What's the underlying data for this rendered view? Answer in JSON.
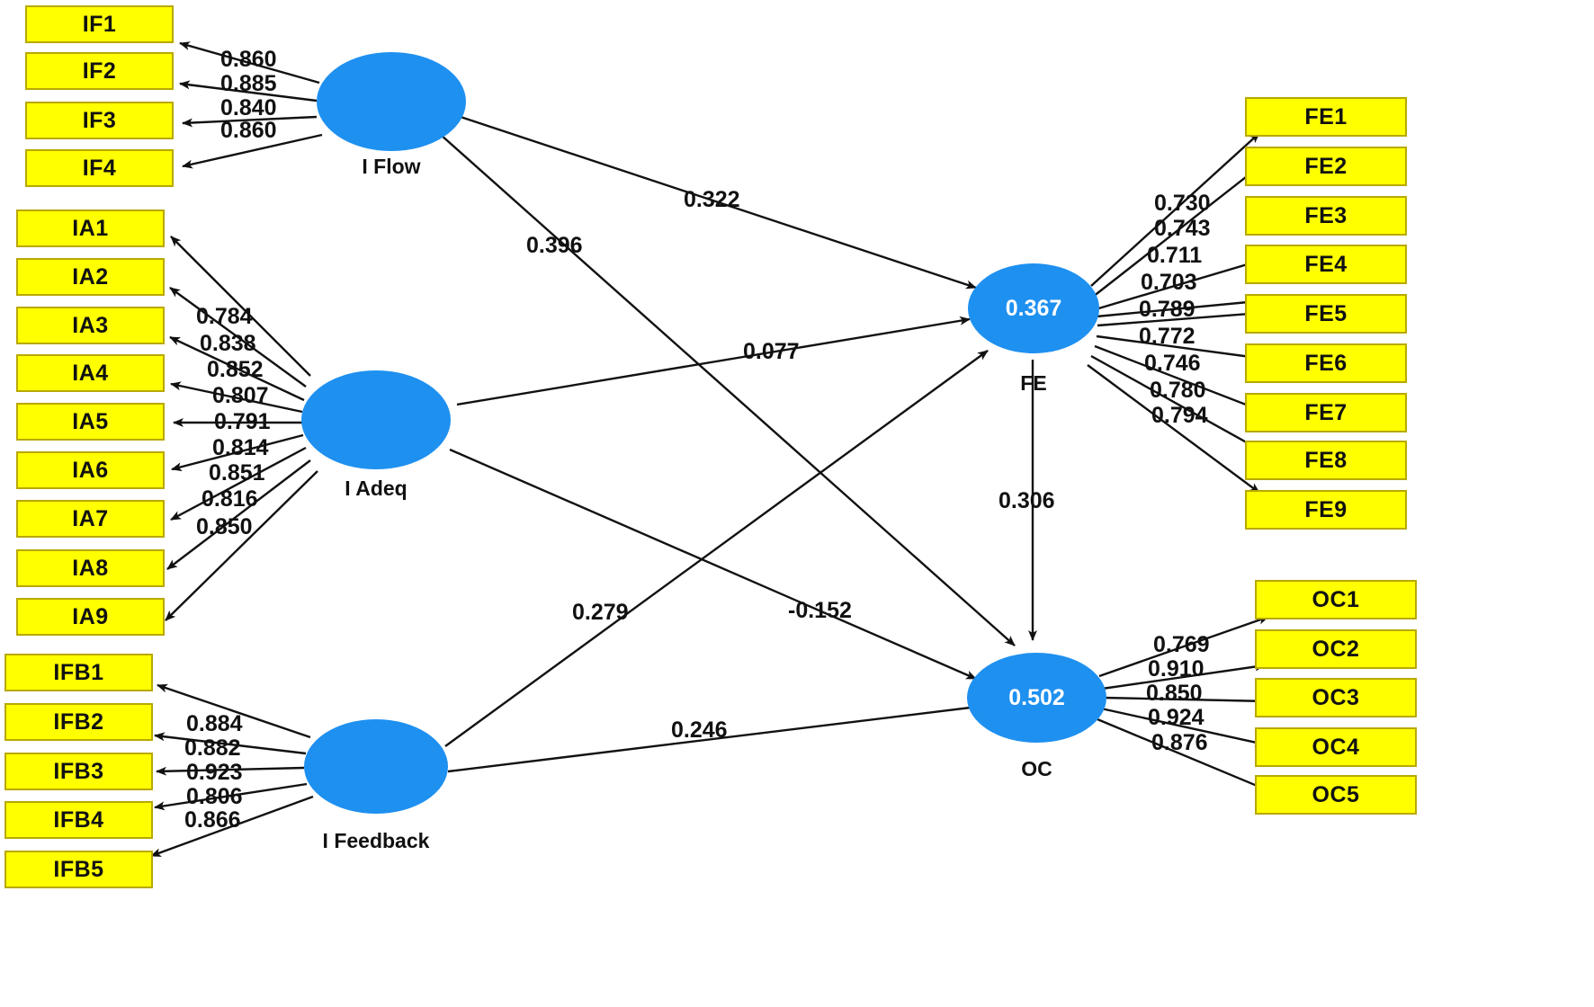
{
  "diagram": {
    "title": "PLS-SEM path model",
    "colors": {
      "indicator_fill": "#FFFF00",
      "indicator_border": "#B9A800",
      "latent_fill": "#1E90F0",
      "path_line": "#111111",
      "background": "#FFFFFF"
    }
  },
  "latents": [
    {
      "id": "iflow",
      "label": "I Flow",
      "value": ""
    },
    {
      "id": "iadeq",
      "label": "I Adeq",
      "value": ""
    },
    {
      "id": "ifeedback",
      "label": "I Feedback",
      "value": ""
    },
    {
      "id": "fe",
      "label": "FE",
      "value": "0.367"
    },
    {
      "id": "oc",
      "label": "OC",
      "value": "0.502"
    }
  ],
  "indicators": {
    "iflow": [
      "IF1",
      "IF2",
      "IF3",
      "IF4"
    ],
    "iadeq": [
      "IA1",
      "IA2",
      "IA3",
      "IA4",
      "IA5",
      "IA6",
      "IA7",
      "IA8",
      "IA9"
    ],
    "ifeedback": [
      "IFB1",
      "IFB2",
      "IFB3",
      "IFB4",
      "IFB5"
    ],
    "fe": [
      "FE1",
      "FE2",
      "FE3",
      "FE4",
      "FE5",
      "FE6",
      "FE7",
      "FE8",
      "FE9"
    ],
    "oc": [
      "OC1",
      "OC2",
      "OC3",
      "OC4",
      "OC5"
    ]
  },
  "loadings": {
    "iflow": [
      "0.860",
      "0.885",
      "0.840",
      "0.860"
    ],
    "iadeq": [
      "0.784",
      "0.838",
      "0.852",
      "0.807",
      "0.791",
      "0.814",
      "0.851",
      "0.816",
      "0.850"
    ],
    "ifeedback": [
      "0.884",
      "0.882",
      "0.923",
      "0.806",
      "0.866"
    ],
    "fe": [
      "0.730",
      "0.743",
      "0.711",
      "0.703",
      "0.789",
      "0.772",
      "0.746",
      "0.780",
      "0.794"
    ],
    "oc": [
      "0.769",
      "0.910",
      "0.850",
      "0.924",
      "0.876"
    ]
  },
  "paths": [
    {
      "id": "iflow-fe",
      "from": "I Flow",
      "to": "FE",
      "value": "0.322"
    },
    {
      "id": "iflow-oc",
      "from": "I Flow",
      "to": "OC",
      "value": "0.396"
    },
    {
      "id": "iadeq-fe",
      "from": "I Adeq",
      "to": "FE",
      "value": "0.077"
    },
    {
      "id": "iadeq-oc",
      "from": "I Adeq",
      "to": "OC",
      "value": "0.279"
    },
    {
      "id": "ifeedback-fe",
      "from": "I Feedback",
      "to": "FE",
      "value": "-0.152"
    },
    {
      "id": "ifeedback-oc",
      "from": "I Feedback",
      "to": "OC",
      "value": "0.246"
    },
    {
      "id": "fe-oc",
      "from": "FE",
      "to": "OC",
      "value": "0.306"
    }
  ],
  "chart_data": {
    "type": "diagram",
    "title": "Structural equation model (PLS path diagram)",
    "measurement_model": [
      {
        "construct": "I Flow",
        "r2": null,
        "indicators": [
          "IF1",
          "IF2",
          "IF3",
          "IF4"
        ],
        "outer_loadings": [
          0.86,
          0.885,
          0.84,
          0.86
        ]
      },
      {
        "construct": "I Adeq",
        "r2": null,
        "indicators": [
          "IA1",
          "IA2",
          "IA3",
          "IA4",
          "IA5",
          "IA6",
          "IA7",
          "IA8",
          "IA9"
        ],
        "outer_loadings": [
          0.784,
          0.838,
          0.852,
          0.807,
          0.791,
          0.814,
          0.851,
          0.816,
          0.85
        ]
      },
      {
        "construct": "I Feedback",
        "r2": null,
        "indicators": [
          "IFB1",
          "IFB2",
          "IFB3",
          "IFB4",
          "IFB5"
        ],
        "outer_loadings": [
          0.884,
          0.882,
          0.923,
          0.806,
          0.866
        ]
      },
      {
        "construct": "FE",
        "r2": 0.367,
        "indicators": [
          "FE1",
          "FE2",
          "FE3",
          "FE4",
          "FE5",
          "FE6",
          "FE7",
          "FE8",
          "FE9"
        ],
        "outer_loadings": [
          0.73,
          0.743,
          0.711,
          0.703,
          0.789,
          0.772,
          0.746,
          0.78,
          0.794
        ]
      },
      {
        "construct": "OC",
        "r2": 0.502,
        "indicators": [
          "OC1",
          "OC2",
          "OC3",
          "OC4",
          "OC5"
        ],
        "outer_loadings": [
          0.769,
          0.91,
          0.85,
          0.924,
          0.876
        ]
      }
    ],
    "structural_model": [
      {
        "from": "I Flow",
        "to": "FE",
        "coefficient": 0.322
      },
      {
        "from": "I Flow",
        "to": "OC",
        "coefficient": 0.396
      },
      {
        "from": "I Adeq",
        "to": "FE",
        "coefficient": 0.077
      },
      {
        "from": "I Adeq",
        "to": "OC",
        "coefficient": 0.279
      },
      {
        "from": "I Feedback",
        "to": "FE",
        "coefficient": -0.152
      },
      {
        "from": "I Feedback",
        "to": "OC",
        "coefficient": 0.246
      },
      {
        "from": "FE",
        "to": "OC",
        "coefficient": 0.306
      }
    ]
  }
}
